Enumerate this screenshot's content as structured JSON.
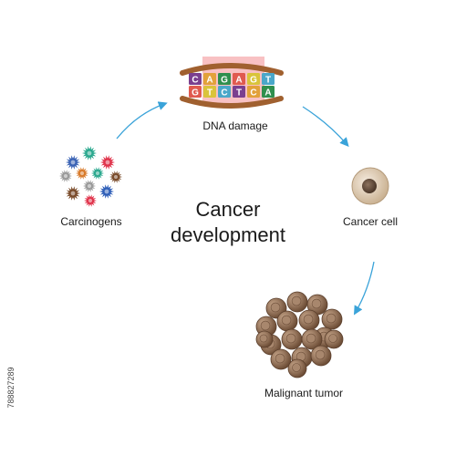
{
  "title": {
    "line1": "Cancer",
    "line2": "development"
  },
  "stages": {
    "carcinogens": "Carcinogens",
    "dna_damage": "DNA damage",
    "cancer_cell": "Cancer cell",
    "malignant_tumor": "Malignant tumor"
  },
  "dna": {
    "top_letters": [
      "C",
      "A",
      "G",
      "A",
      "G",
      "T"
    ],
    "bottom_letters": [
      "G",
      "T",
      "C",
      "T",
      "C",
      "A"
    ]
  },
  "stock_id": "788827289",
  "colors": {
    "arrow": "#3aa3d9",
    "highlight": "#f7b6b8",
    "backbone": "#a0602f",
    "cell_outer": "#e3d2bb",
    "cell_nucleus": "#6b5445",
    "tumor": "#8b6a52"
  }
}
